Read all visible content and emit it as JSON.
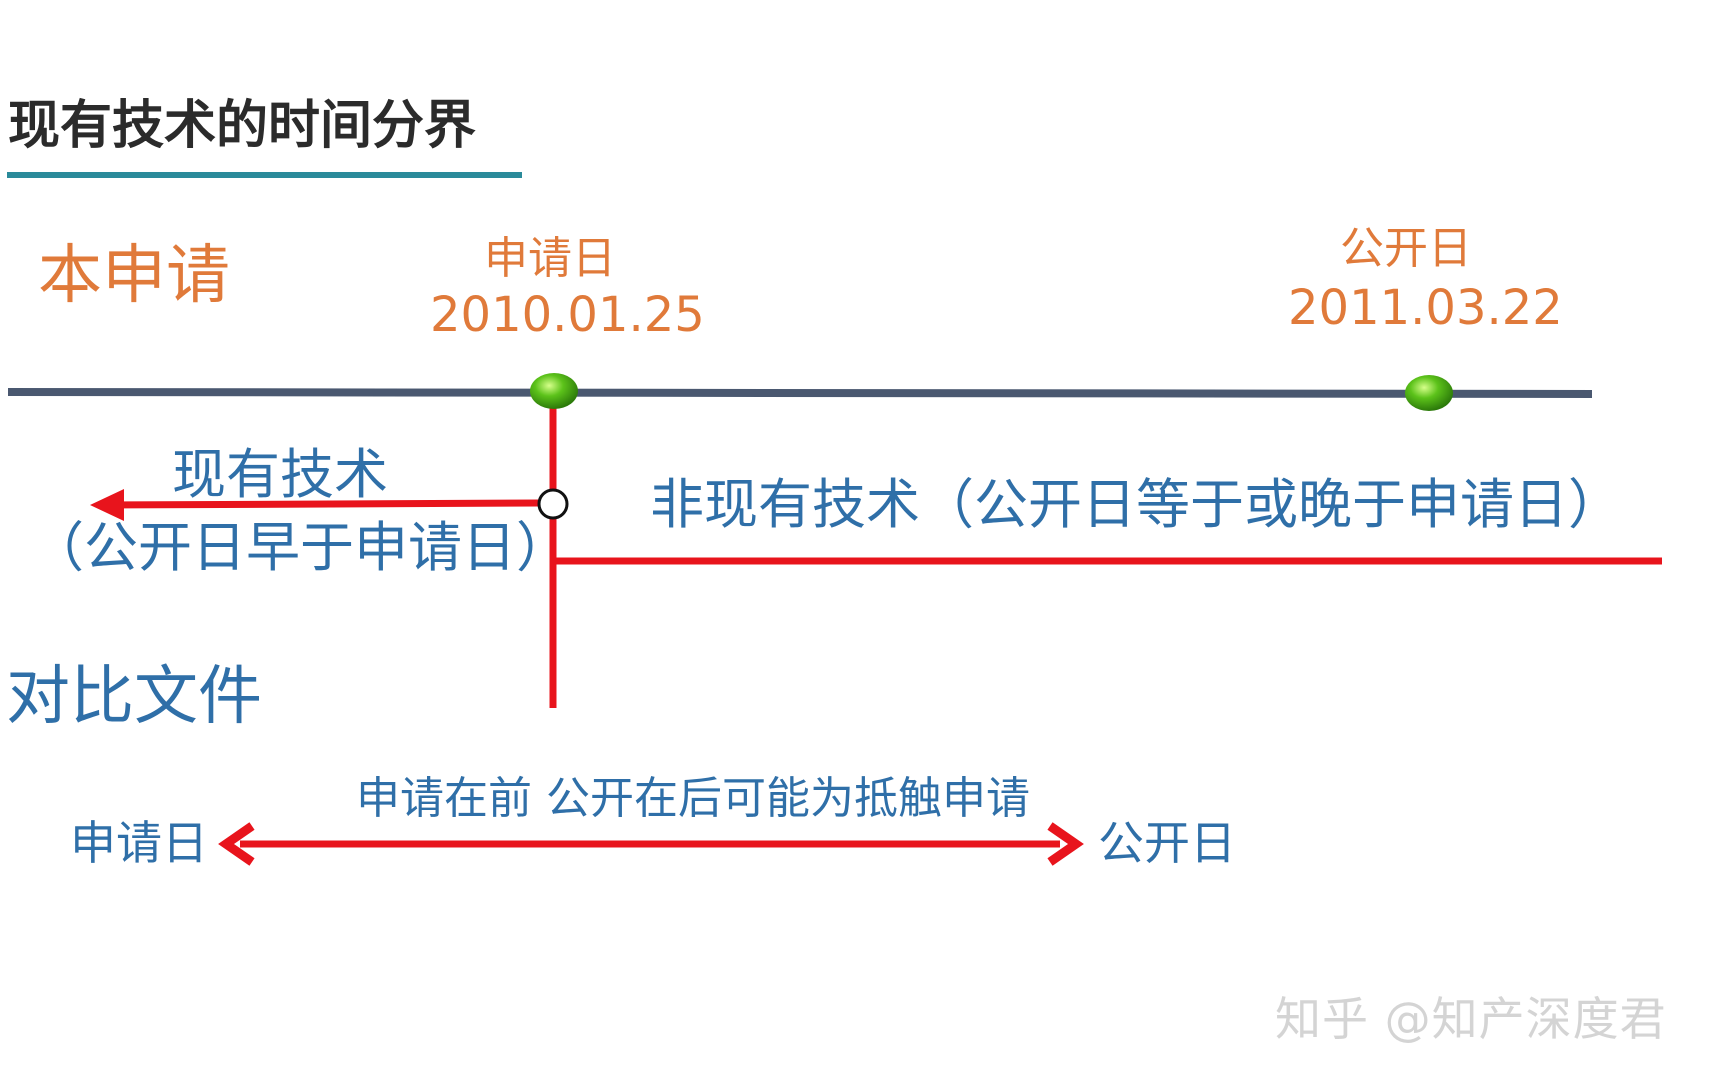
{
  "title": "现有技术的时间分界",
  "application": {
    "label": "本申请",
    "filing_label": "申请日",
    "filing_date": "2010.01.25",
    "publication_label": "公开日",
    "publication_date": "2011.03.22"
  },
  "prior_art": {
    "label": "现有技术",
    "note": "（公开日早于申请日）"
  },
  "non_prior_art": {
    "label": "非现有技术（公开日等于或晚于申请日）"
  },
  "reference_document": {
    "label": "对比文件",
    "caption": "申请在前 公开在后可能为抵触申请",
    "filing_label": "申请日",
    "publication_label": "公开日"
  },
  "watermark": "知乎 @知产深度君",
  "colors": {
    "timeline": "#4a5870",
    "red": "#e8141c",
    "node_green": "#5cc21a",
    "orange_text": "#e07a3a",
    "blue_text": "#2f6fa8",
    "underline": "#2a8a9a"
  }
}
